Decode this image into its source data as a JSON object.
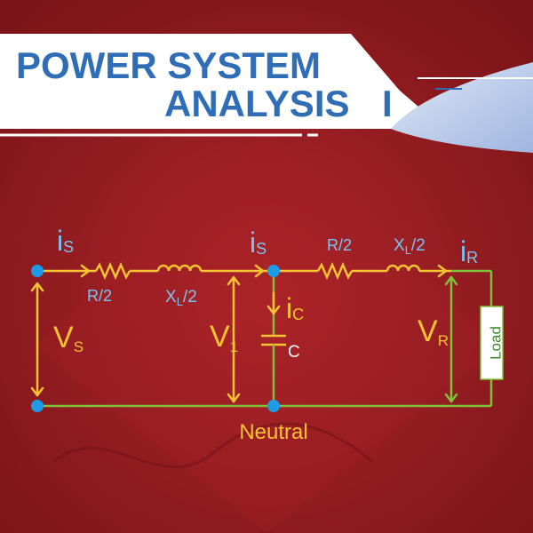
{
  "header": {
    "title_line1": "POWER SYSTEM",
    "title_line2": "ANALYSIS",
    "title_suffix": "I"
  },
  "colors": {
    "background": "#8d1a1e",
    "background_light": "#b0262b",
    "title_blue": "#2f6db7",
    "panel_white": "#ffffff",
    "wire_sending": "#f6c432",
    "wire_load": "#7fc23a",
    "node_blue": "#1e9be6",
    "label_blue": "#7cc3f0",
    "label_yellow": "#f6c432",
    "label_green": "#7fc23a"
  },
  "diagram": {
    "labels": {
      "is_left": "i",
      "is_left_sub": "S",
      "is_mid": "i",
      "is_mid_sub": "S",
      "ir": "i",
      "ir_sub": "R",
      "r_half_left": "R/2",
      "xl_half_left": "X",
      "xl_half_left_sub": "L",
      "xl_half_left_tail": "/2",
      "r_half_right": "R/2",
      "xl_half_right": "X",
      "xl_half_right_sub": "L",
      "xl_half_right_tail": "/2",
      "vs": "V",
      "vs_sub": "S",
      "v1": "V",
      "v1_sub": "1",
      "ic": "i",
      "ic_sub": "C",
      "cap": "C",
      "vr": "V",
      "vr_sub": "R",
      "load": "Load",
      "neutral": "Neutral"
    }
  }
}
